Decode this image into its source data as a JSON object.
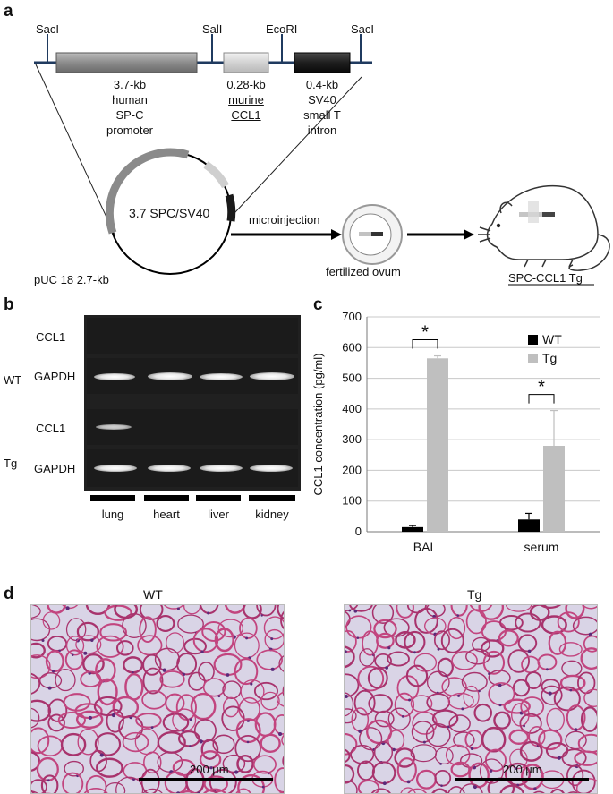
{
  "panels": {
    "a": "a",
    "b": "b",
    "c": "c",
    "d": "d"
  },
  "construct": {
    "sites": [
      "SacI",
      "SalI",
      "EcoRI",
      "SacI"
    ],
    "promoter": [
      "3.7-kb",
      "human",
      "SP-C",
      "promoter"
    ],
    "ccl1": [
      "0.28-kb",
      "murine",
      "CCL1"
    ],
    "sv40": [
      "0.4-kb",
      "SV40",
      "small T",
      "intron"
    ],
    "plasmid_label": "3.7 SPC/SV40",
    "backbone": "pUC 18 2.7-kb",
    "step": "microinjection",
    "ovum": "fertilized ovum",
    "mouse": "SPC-CCL1 Tg"
  },
  "gel": {
    "groups": [
      "WT",
      "Tg"
    ],
    "rows": [
      "CCL1",
      "GAPDH",
      "CCL1",
      "GAPDH"
    ],
    "lanes": [
      "lung",
      "heart",
      "liver",
      "kidney"
    ]
  },
  "chart_data": {
    "type": "bar",
    "categories": [
      "BAL",
      "serum"
    ],
    "series": [
      {
        "name": "WT",
        "values": [
          15,
          40
        ],
        "errors": [
          5,
          20
        ],
        "color": "#000000"
      },
      {
        "name": "Tg",
        "values": [
          565,
          280
        ],
        "errors": [
          8,
          115
        ],
        "color": "#bfbfbf"
      }
    ],
    "ylabel": "CCL1 concentration (pg/ml)",
    "ylim": [
      0,
      700
    ],
    "yticks": [
      "0",
      "100",
      "200",
      "300",
      "400",
      "500",
      "600",
      "700"
    ],
    "significance": [
      "*",
      "*"
    ],
    "grid": true,
    "legend": "top-right"
  },
  "histology": {
    "titles": [
      "WT",
      "Tg"
    ],
    "scale": [
      "200 μm",
      "200 μm"
    ]
  }
}
